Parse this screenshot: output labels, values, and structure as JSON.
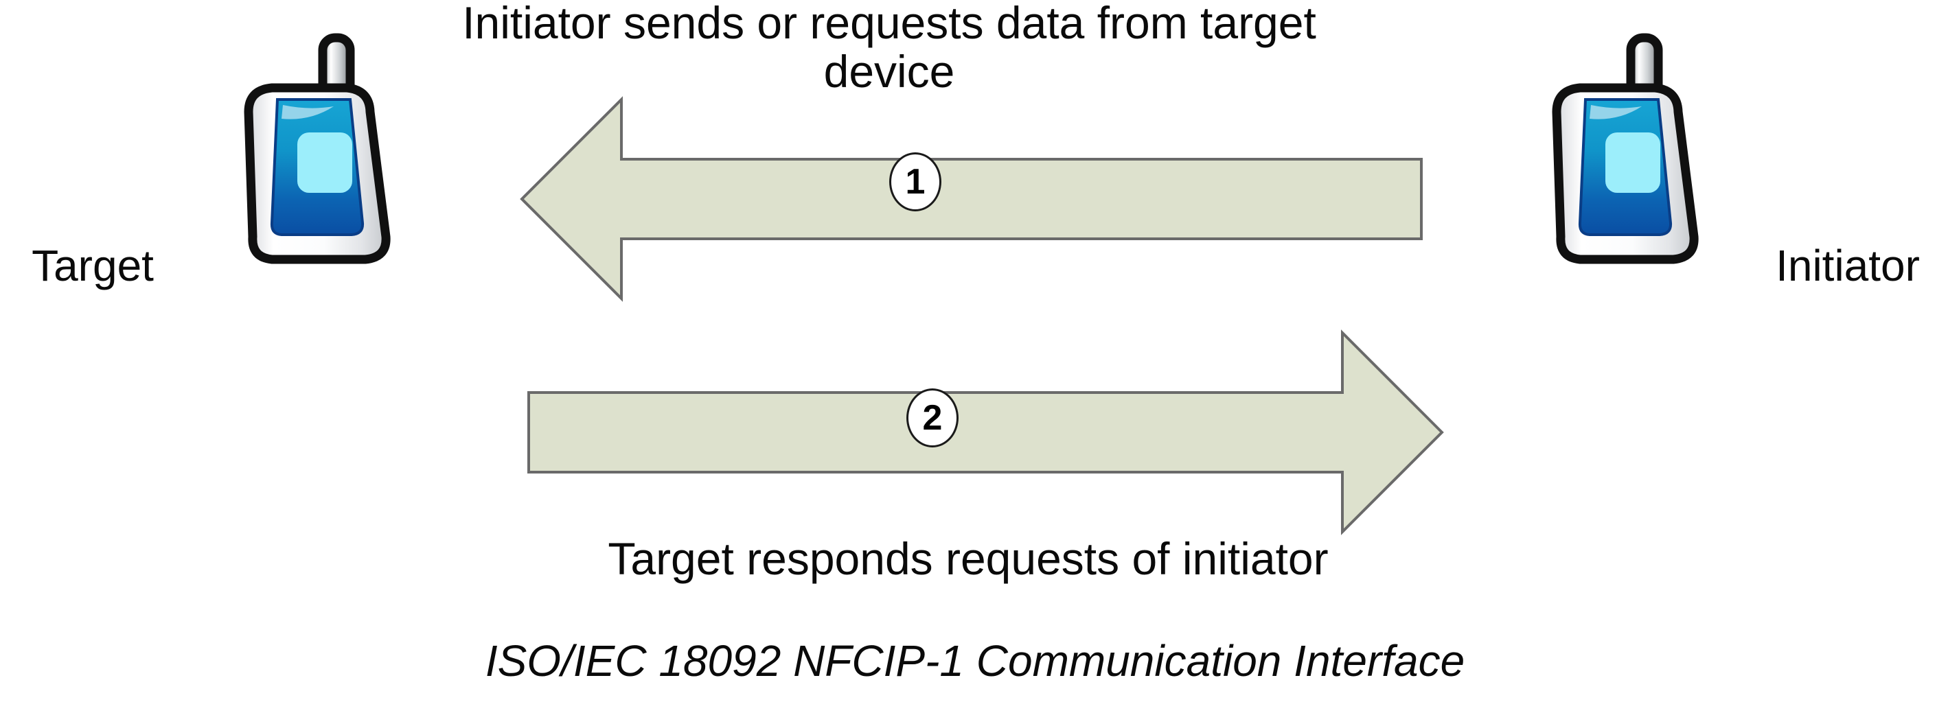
{
  "diagram": {
    "title": "ISO/IEC 18092 NFCIP-1 Communication Interface",
    "background_color": "#ffffff",
    "arrow_fill": "#dde1cd",
    "arrow_stroke": "#666666",
    "text_color": "#0a0a0a"
  },
  "devices": {
    "left": {
      "label": "Target",
      "icon": "mobile-phone-icon",
      "body_color": "#ffffff",
      "outline_color": "#101010",
      "screen_panel_top_color": "#11a0cf",
      "screen_panel_bottom_color": "#0b54a8",
      "display_color": "#9ceefb",
      "antenna_color": "#c9ccce"
    },
    "right": {
      "label": "Initiator",
      "icon": "mobile-phone-icon",
      "body_color": "#ffffff",
      "outline_color": "#101010",
      "screen_panel_top_color": "#11a0cf",
      "screen_panel_bottom_color": "#0b54a8",
      "display_color": "#9ceefb",
      "antenna_color": "#c9ccce"
    }
  },
  "messages": [
    {
      "step": "1",
      "direction": "right-to-left",
      "from": "Initiator",
      "to": "Target",
      "caption": "Initiator sends or requests data from target device"
    },
    {
      "step": "2",
      "direction": "left-to-right",
      "from": "Target",
      "to": "Initiator",
      "caption": "Target responds requests of initiator"
    }
  ],
  "captions": {
    "top": "Initiator sends or requests data from target device",
    "bottom": "Target responds requests of initiator",
    "footer": "ISO/IEC 18092 NFCIP-1 Communication Interface"
  }
}
